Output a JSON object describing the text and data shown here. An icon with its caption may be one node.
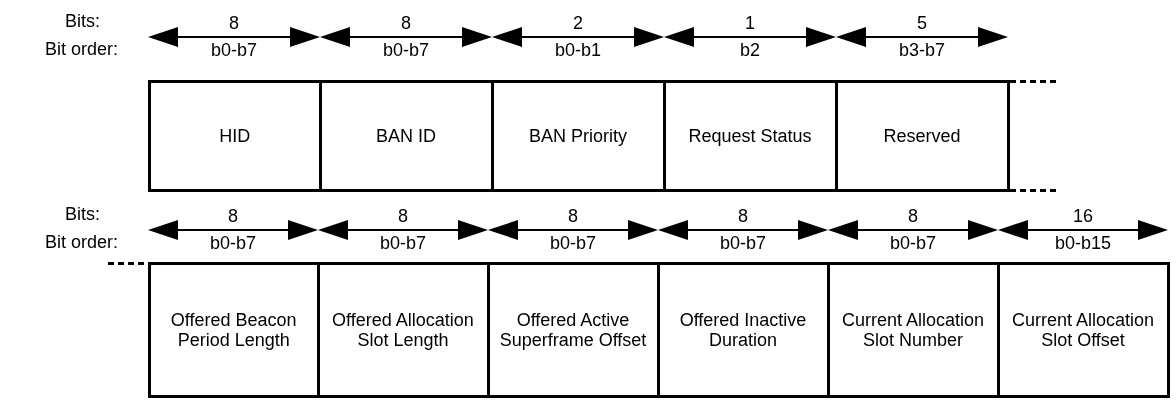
{
  "diagram": {
    "nodes": [
      {
        "text": [
          "HID"
        ],
        "beside": [
          "8",
          "b0-b7"
        ]
      },
      {
        "text": [
          "BAN ID"
        ],
        "beside": [
          "8",
          "b0-b7"
        ]
      },
      {
        "text": [
          "BAN Priority"
        ],
        "beside": [
          "2",
          "b0-b1"
        ]
      },
      {
        "text": [
          "Request Status"
        ],
        "beside": [
          "1",
          "b2"
        ]
      },
      {
        "text": [
          "Reserved"
        ],
        "beside": [
          "5",
          "b3-b7"
        ]
      },
      {
        "text": [
          "Offered Beacon Period Length"
        ],
        "beside": [
          "8",
          "b0-b7"
        ]
      },
      {
        "text": [
          "Offered Allocation Slot Length"
        ],
        "beside": [
          "8",
          "b0-b7"
        ]
      },
      {
        "text": [
          "Offered Active Superframe Offset"
        ],
        "beside": [
          "8",
          "b0-b7"
        ]
      },
      {
        "text": [
          "Offered Inactive Duration"
        ],
        "beside": [
          "8",
          "b0-b7"
        ]
      },
      {
        "text": [
          "Current Allocation Slot Number"
        ],
        "beside": [
          "8",
          "b0-b7"
        ]
      },
      {
        "text": [
          "Current Allocation Slot Offset"
        ],
        "beside": [
          "16",
          "b0-b15"
        ]
      }
    ],
    "edges": [],
    "labels": [
      "Bits:",
      "Bit order:",
      "Bits:",
      "Bit order:"
    ]
  }
}
